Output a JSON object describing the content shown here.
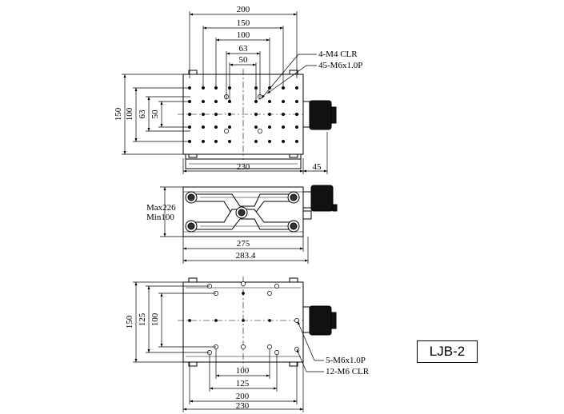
{
  "model": "LJB-2",
  "top_view": {
    "dims_top": [
      "200",
      "150",
      "100",
      "63",
      "50"
    ],
    "dims_left": [
      "150",
      "100",
      "63",
      "50"
    ],
    "width": "230",
    "motor_width": "45",
    "callouts": [
      "4-M4 CLR",
      "45-M6x1.0P"
    ]
  },
  "side_view": {
    "height_max": "Max226",
    "height_min": "Min100",
    "length_inner": "275",
    "length_outer": "283.4"
  },
  "bottom_view": {
    "dims_left": [
      "150",
      "125",
      "100"
    ],
    "dims_bottom": [
      "100",
      "125",
      "200",
      "230"
    ],
    "callouts": [
      "5-M6x1.0P",
      "12-M6 CLR"
    ]
  }
}
